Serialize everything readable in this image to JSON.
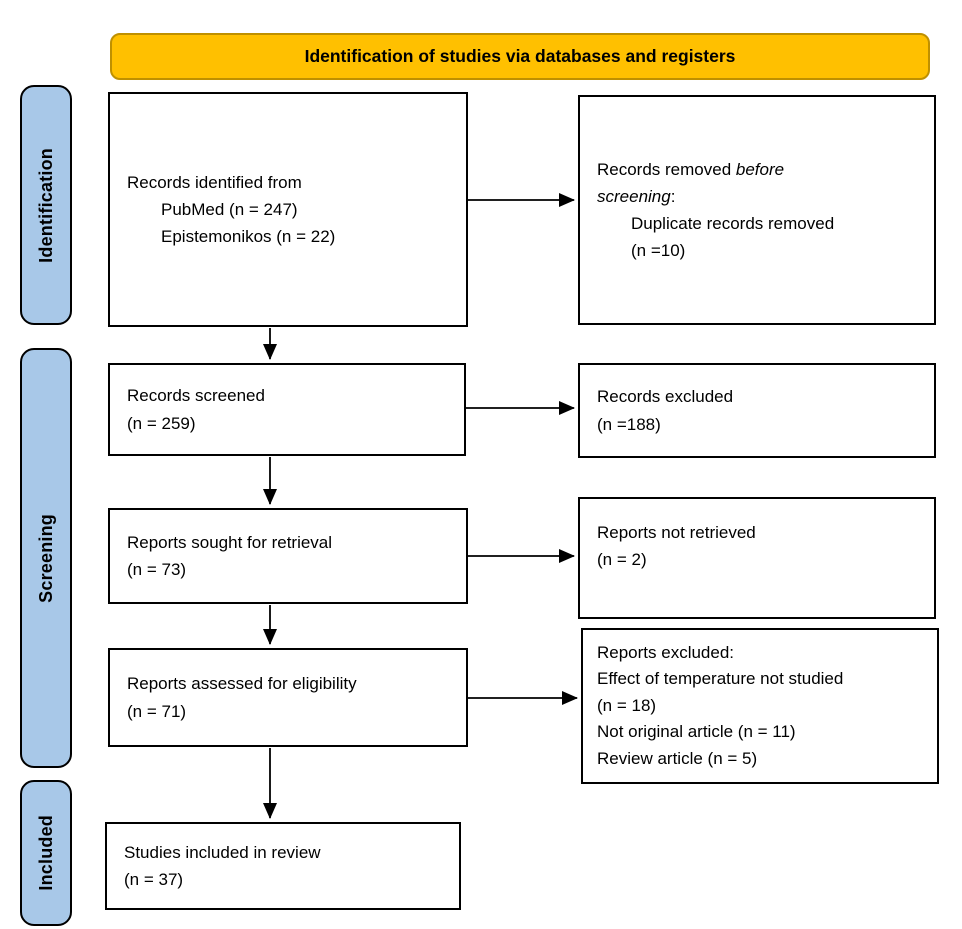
{
  "banner": {
    "label": "Identification of studies via databases and registers"
  },
  "stages": {
    "identification": "Identification",
    "screening": "Screening",
    "included": "Included"
  },
  "colors": {
    "banner_bg": "#FFC000",
    "banner_border": "#BF9000",
    "stage_bg": "#A8C8E8",
    "box_bg": "#FFFFFF",
    "line_color": "#000000"
  },
  "boxes": {
    "identified": {
      "title": "Records identified from",
      "items": [
        "PubMed (n = 247)",
        "Epistemonikos (n = 22)"
      ]
    },
    "removed": {
      "prefix": "Records removed ",
      "italic_line1": "before",
      "italic_line2": "screening",
      "suffix": ":",
      "items": [
        "Duplicate records removed",
        "(n =10)"
      ]
    },
    "screened": {
      "line1": "Records screened",
      "line2": "(n = 259)"
    },
    "excluded": {
      "line1": "Records excluded",
      "line2": "(n =188)"
    },
    "sought": {
      "line1": "Reports sought for retrieval",
      "line2": "(n = 73)"
    },
    "not_retrieved": {
      "line1": "Reports not retrieved",
      "line2": "(n = 2)"
    },
    "assessed": {
      "line1": "Reports assessed for eligibility",
      "line2": "(n = 71)"
    },
    "reports_excluded": {
      "line1": "Reports excluded:",
      "line2": "Effect of temperature not studied",
      "line3": "(n = 18)",
      "line4": "Not original article (n = 11)",
      "line5": "Review article (n = 5)"
    },
    "included_studies": {
      "line1": "Studies included in review",
      "line2": "(n = 37)"
    }
  }
}
